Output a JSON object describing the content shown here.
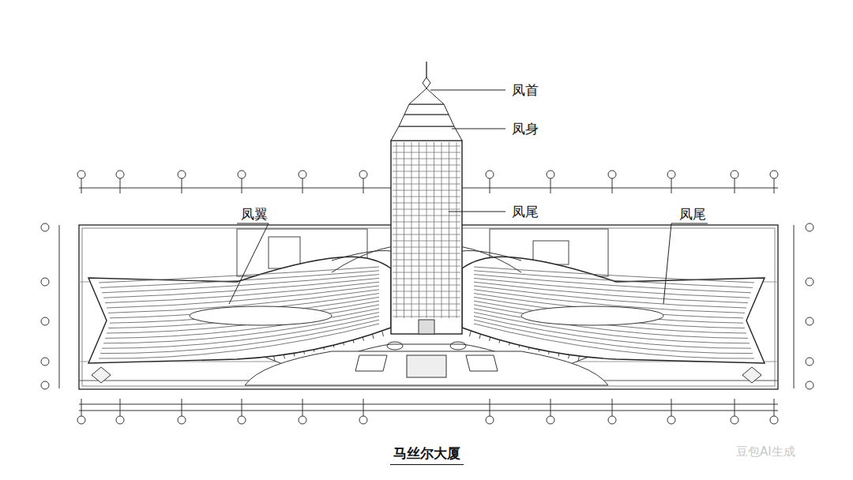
{
  "diagram": {
    "caption": "马丝尔大厦",
    "labels": [
      "凤首",
      "凤身",
      "凤尾",
      "凤翼",
      "凤尾",
      "豆包AI生成"
    ]
  }
}
